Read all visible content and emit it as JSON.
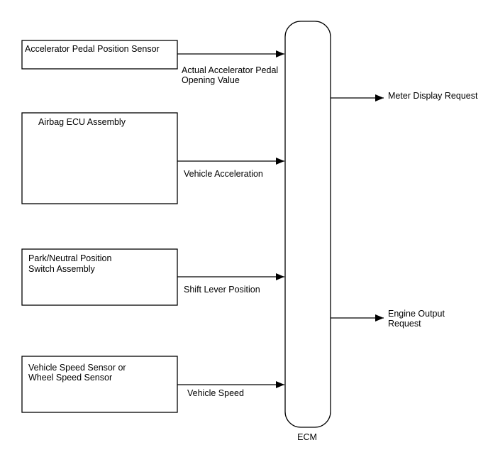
{
  "diagram": {
    "ecm_label": "ECM",
    "inputs": [
      {
        "source_lines": [
          "Accelerator Pedal Position Sensor"
        ],
        "signal_lines": [
          "Actual Accelerator Pedal",
          "Opening Value"
        ]
      },
      {
        "source_lines": [
          "Airbag ECU Assembly"
        ],
        "signal_lines": [
          "Vehicle Acceleration"
        ]
      },
      {
        "source_lines": [
          "Park/Neutral Position",
          "Switch Assembly"
        ],
        "signal_lines": [
          "Shift Lever Position"
        ]
      },
      {
        "source_lines": [
          "Vehicle Speed Sensor or",
          "Wheel Speed Sensor"
        ],
        "signal_lines": [
          "Vehicle Speed"
        ]
      }
    ],
    "outputs": [
      {
        "signal_lines": [
          "Meter Display Request"
        ]
      },
      {
        "signal_lines": [
          "Engine Output",
          "Request"
        ]
      }
    ]
  }
}
